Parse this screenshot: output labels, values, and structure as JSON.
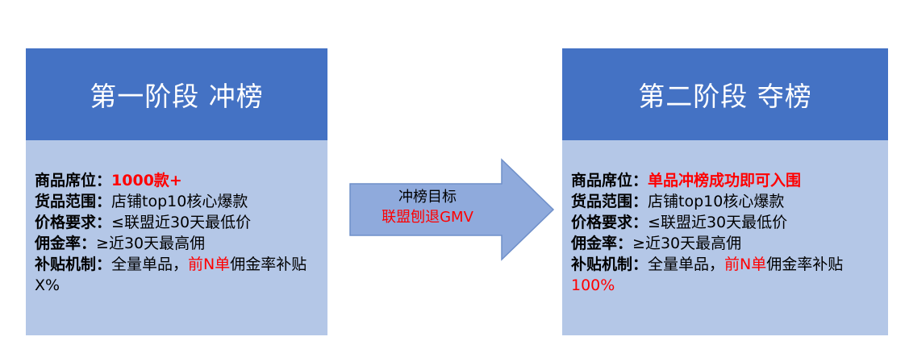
{
  "stage1": {
    "title": "第一阶段 冲榜",
    "slot_label": "商品席位",
    "slot_value": "1000款+",
    "range_label": "货品范围",
    "range_value": "店铺top10核心爆款",
    "price_label": "价格要求",
    "price_value": "≤联盟近30天最低价",
    "commission_label": "佣金率",
    "commission_value": "≥近30天最高佣",
    "subsidy_label": "补贴机制",
    "subsidy_pre": "全量单品，",
    "subsidy_highlight": "前N单",
    "subsidy_post": "佣金率补贴X%"
  },
  "arrow": {
    "line1": "冲榜目标",
    "line2": "联盟刨退GMV"
  },
  "stage2": {
    "title": "第二阶段 夺榜",
    "slot_label": "商品席位",
    "slot_value": "单品冲榜成功即可入围",
    "range_label": "货品范围",
    "range_value": "店铺top10核心爆款",
    "price_label": "价格要求",
    "price_value": "≤联盟近30天最低价",
    "commission_label": "佣金率",
    "commission_value": "≥近30天最高佣",
    "subsidy_label": "补贴机制",
    "subsidy_pre": "全量单品，",
    "subsidy_highlight": "前N单",
    "subsidy_post": "佣金率补贴",
    "subsidy_percent": "100%"
  },
  "colors": {
    "header_blue": "#4472c4",
    "body_blue": "#b4c7e7",
    "arrow_blue": "#8faadc",
    "highlight_red": "#ff0000"
  }
}
